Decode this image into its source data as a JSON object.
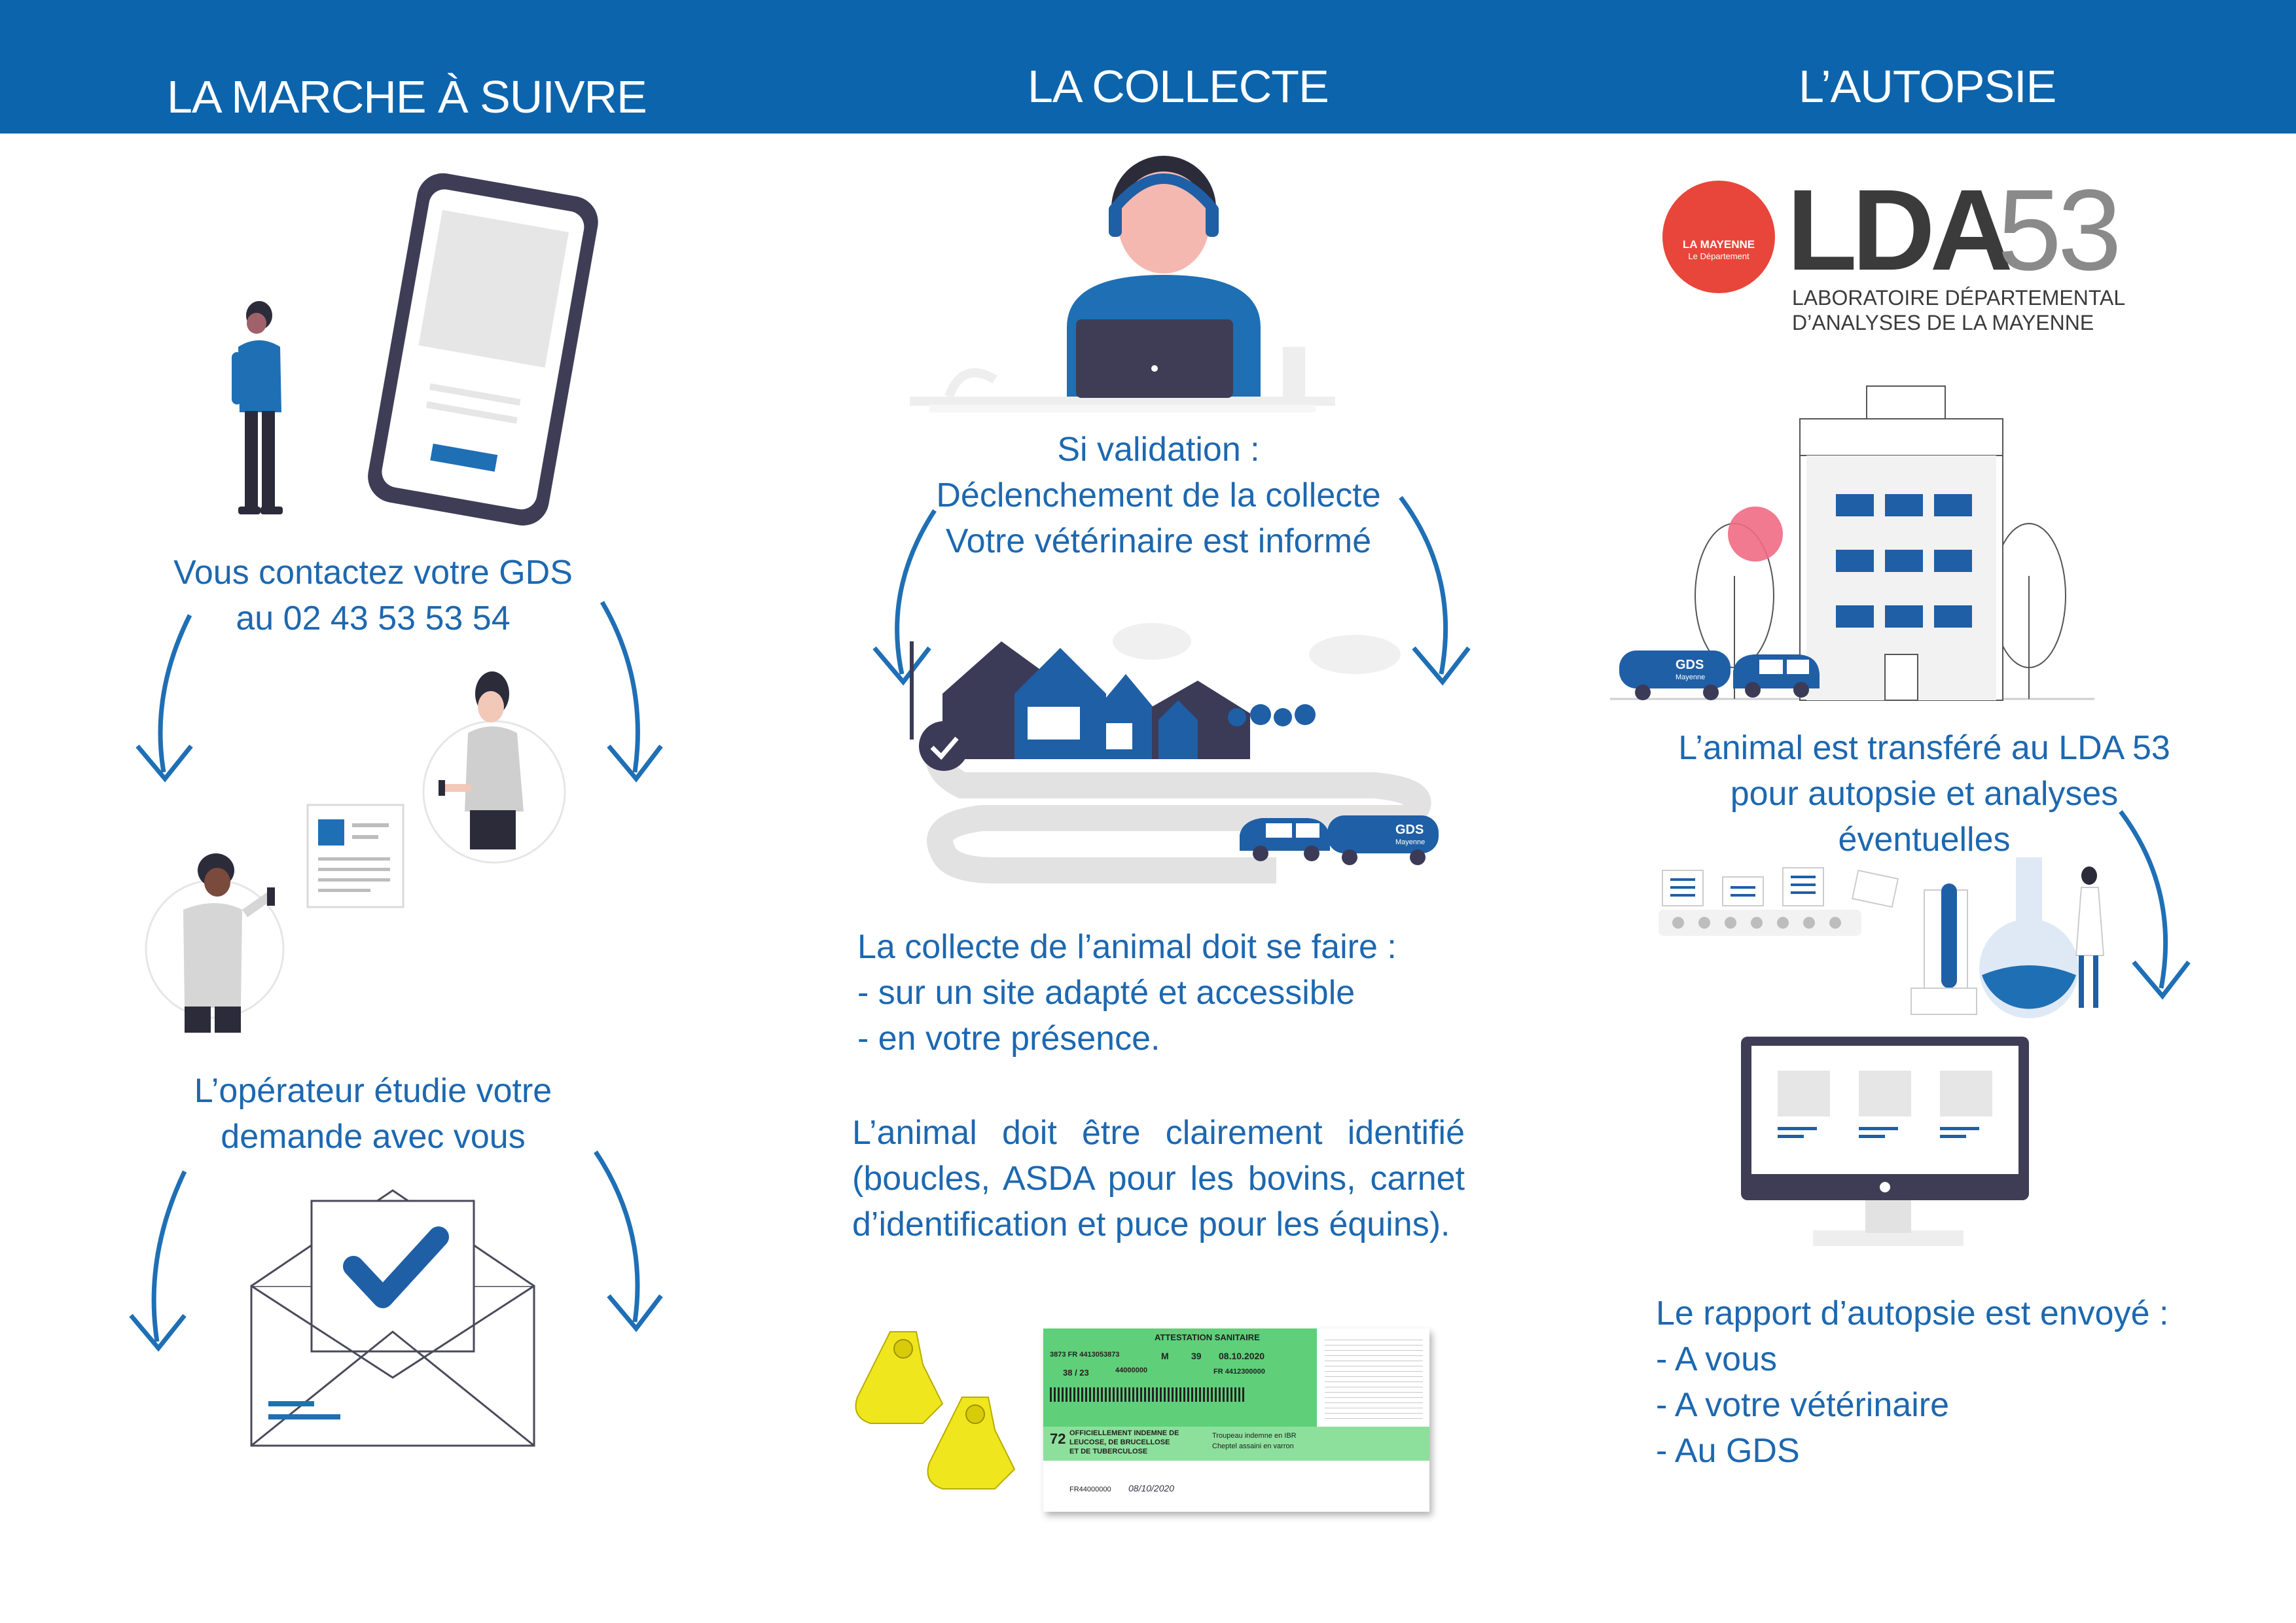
{
  "header": {
    "col1_title": "LA MARCHE À SUIVRE",
    "col2_title": "LA COLLECTE",
    "col3_title": "L’AUTOPSIE"
  },
  "col1": {
    "contact_line1": "Vous contactez votre GDS",
    "contact_line2": "au 02 43 53 53 54",
    "operator_line1": "L’opérateur étudie votre",
    "operator_line2": "demande avec vous"
  },
  "col2": {
    "validation_line1": "Si validation :",
    "validation_line2": "Déclenchement de la collecte",
    "validation_line3": "Votre vétérinaire est informé",
    "truck_label": "GDS",
    "truck_sub": "Mayenne",
    "collect_line1": "La collecte de l’animal doit se faire :",
    "collect_line2": "- sur un site adapté et accessible",
    "collect_line3": "- en votre présence.",
    "identify_text": "L’animal doit être clairement identifié (boucles, ASDA pour les bovins, carnet d’identification et puce pour les équins).",
    "certificate": {
      "title": "ATTESTATION SANITAIRE",
      "row1": "3873  FR 4413053873",
      "sex": "M",
      "type": "39",
      "date": "08.10.2020",
      "row2": "38 / 23",
      "num": "44000000",
      "fr": "FR 4412300000",
      "status1": "OFFICIELLEMENT INDEMNE DE",
      "status2": "LEUCOSE, DE BRUCELLOSE",
      "status3": "ET DE TUBERCULOSE",
      "dept": "72",
      "troupeau1": "Troupeau indemne en IBR",
      "troupeau2": "Cheptel assaini en varron",
      "explo": "FR44000000",
      "signed_date": "08/10/2020"
    }
  },
  "col3": {
    "logo_badge_line1": "LA MAYENNE",
    "logo_badge_line2": "Le Département",
    "logo_lda": "LDA",
    "logo_num": "53",
    "lab_line1": "LABORATOIRE DÉPARTEMENTAL",
    "lab_line2": "D’ANALYSES DE LA MAYENNE",
    "truck_label": "GDS",
    "truck_sub": "Mayenne",
    "transfer_line1": "L’animal est transféré au LDA 53",
    "transfer_line2": "pour autopsie et analyses",
    "transfer_line3": "éventuelles",
    "report_line1": "Le rapport d’autopsie est envoyé :",
    "report_line2": "- A vous",
    "report_line3": "- A votre vétérinaire",
    "report_line4": "- Au GDS"
  },
  "colors": {
    "primary_blue": "#0c64ac",
    "text_blue": "#1d68b0",
    "dark_navy": "#3b3b58",
    "ear_tag_yellow": "#f0e61e",
    "lda_red": "#e8463a",
    "certificate_green": "#5fcf7a"
  },
  "icons": [
    "smartphone-icon",
    "person-icon",
    "document-icon",
    "envelope-check-icon",
    "arrow-icon",
    "headset-operator-icon",
    "laptop-icon",
    "houses-icon",
    "road-icon",
    "truck-icon",
    "ear-tag-icon",
    "certificate-icon",
    "building-icon",
    "lab-flask-icon",
    "monitor-icon"
  ]
}
